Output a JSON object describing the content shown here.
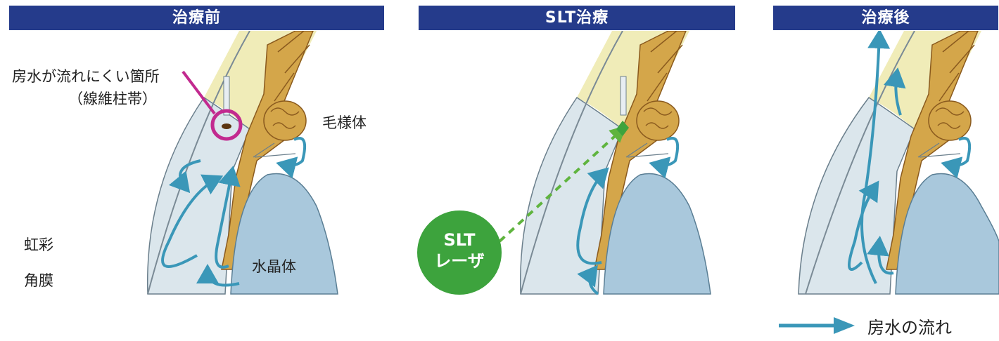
{
  "panels": {
    "before": {
      "title": "治療前"
    },
    "slt": {
      "title": "SLT治療",
      "laser_label_line1": "SLT",
      "laser_label_line2": "レーザ"
    },
    "after": {
      "title": "治療後"
    }
  },
  "labels": {
    "hard_flow_line1": "房水が流れにくい箇所",
    "hard_flow_line2": "（線維柱帯）",
    "ciliary_body": "毛様体",
    "iris": "虹彩",
    "cornea": "角膜",
    "lens": "水晶体"
  },
  "legend": {
    "text": "房水の流れ"
  },
  "colors": {
    "title_bar": "#253b8b",
    "flow_arrow": "#3a97b8",
    "cornea": "#dbe6ec",
    "lens": "#a9c8dc",
    "sclera": "#f0ecb8",
    "tissue": "#d4a64a",
    "highlight_circle": "#c22a8f",
    "laser": "#3da33d"
  }
}
